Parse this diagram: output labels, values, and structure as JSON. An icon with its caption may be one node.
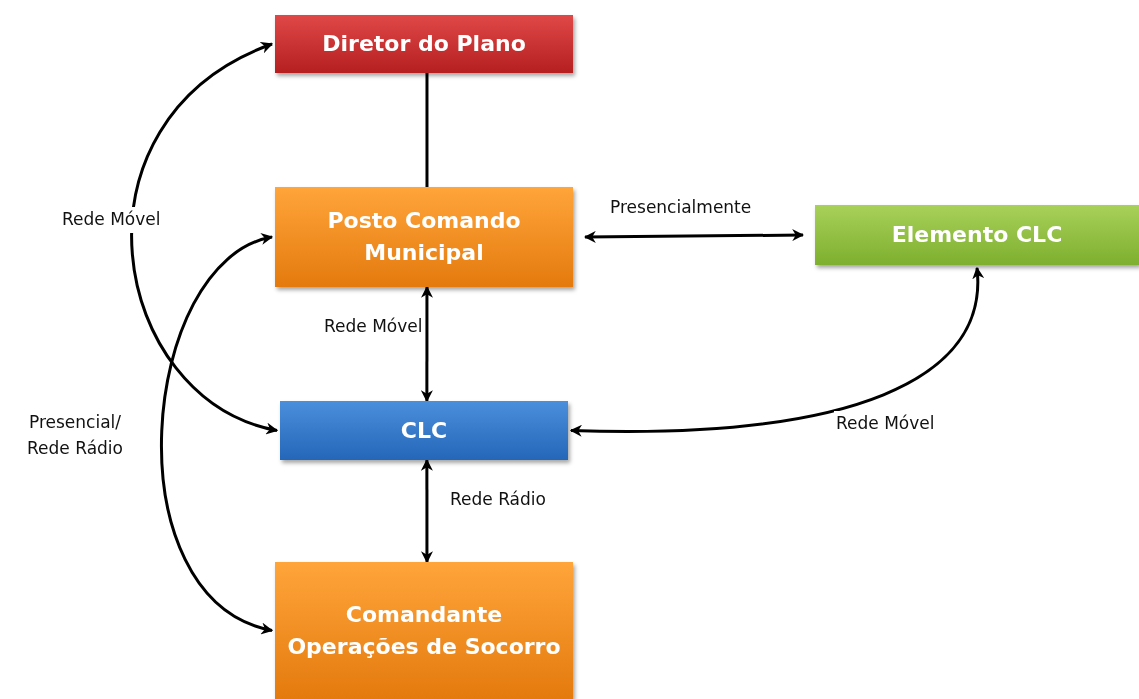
{
  "diagram": {
    "nodes": [
      {
        "text": [
          "Diretor do Plano"
        ]
      },
      {
        "text": [
          "Posto Comando Municipal"
        ]
      },
      {
        "text": [
          "Elemento CLC"
        ]
      },
      {
        "text": [
          "CLC"
        ]
      },
      {
        "text": [
          "Comandante Operações de Socorro"
        ]
      }
    ],
    "edges": [
      {
        "from": 0,
        "to": 1,
        "arrow": "none"
      },
      {
        "from": 0,
        "to": 3,
        "arrow": "both",
        "label": "Rede Móvel"
      },
      {
        "from": 1,
        "to": 2,
        "arrow": "both",
        "label": "Presencialmente"
      },
      {
        "from": 1,
        "to": 3,
        "arrow": "both",
        "label": "Rede Móvel"
      },
      {
        "from": 3,
        "to": 2,
        "arrow": "both",
        "label": "Rede Móvel"
      },
      {
        "from": 3,
        "to": 4,
        "arrow": "both",
        "label": "Rede Rádio"
      },
      {
        "from": 1,
        "to": 4,
        "arrow": "both",
        "label": "Presencial/ Rede Rádio"
      }
    ]
  }
}
